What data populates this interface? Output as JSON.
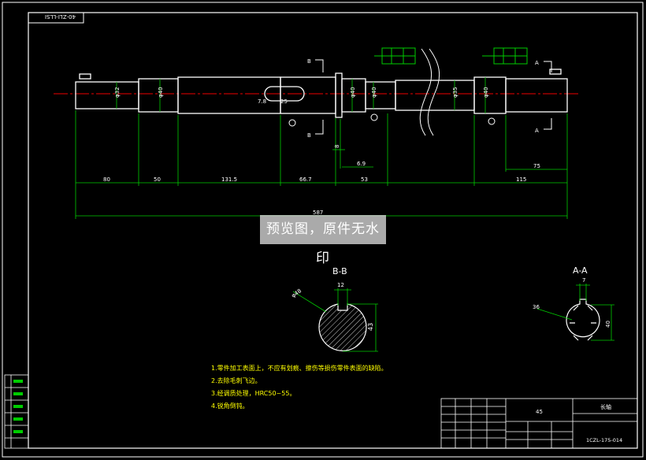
{
  "drawing": {
    "code_stamp": "40-ZLI-LLSI",
    "title_block": {
      "material": "45",
      "part_name": "长轴",
      "drawing_no": "1CZL-175-014"
    },
    "section_b": {
      "title": "B-B",
      "width": "12",
      "height": "43",
      "diameter": "φ48"
    },
    "section_a": {
      "title": "A-A",
      "width": "7",
      "diameter": "36",
      "height": "40"
    },
    "dimensions": {
      "d1": "φ32",
      "d2": "φ40",
      "d3": "φ40",
      "d4": "φ40",
      "d5": "φ35",
      "d6": "φ40",
      "keyway_len": "7.8",
      "keyway_w": "25",
      "l1": "80",
      "l2": "50",
      "l3": "131.5",
      "l4": "66.7",
      "l5": "53",
      "l6": "115",
      "l7": "75",
      "l8": "6.9",
      "l9": "8",
      "total": "587"
    },
    "view_labels": {
      "b_top": "B",
      "b_bottom": "B",
      "a_top": "A",
      "a_bottom": "A"
    },
    "notes": [
      "1.零件加工表面上，不应有划痕、擦伤等损伤零件表面的缺陷。",
      "2.去除毛刺飞边。",
      "3.经调质处理，HRC50~55。",
      "4.锐角倒钝。"
    ]
  },
  "watermark": "预览图，原件无水印"
}
